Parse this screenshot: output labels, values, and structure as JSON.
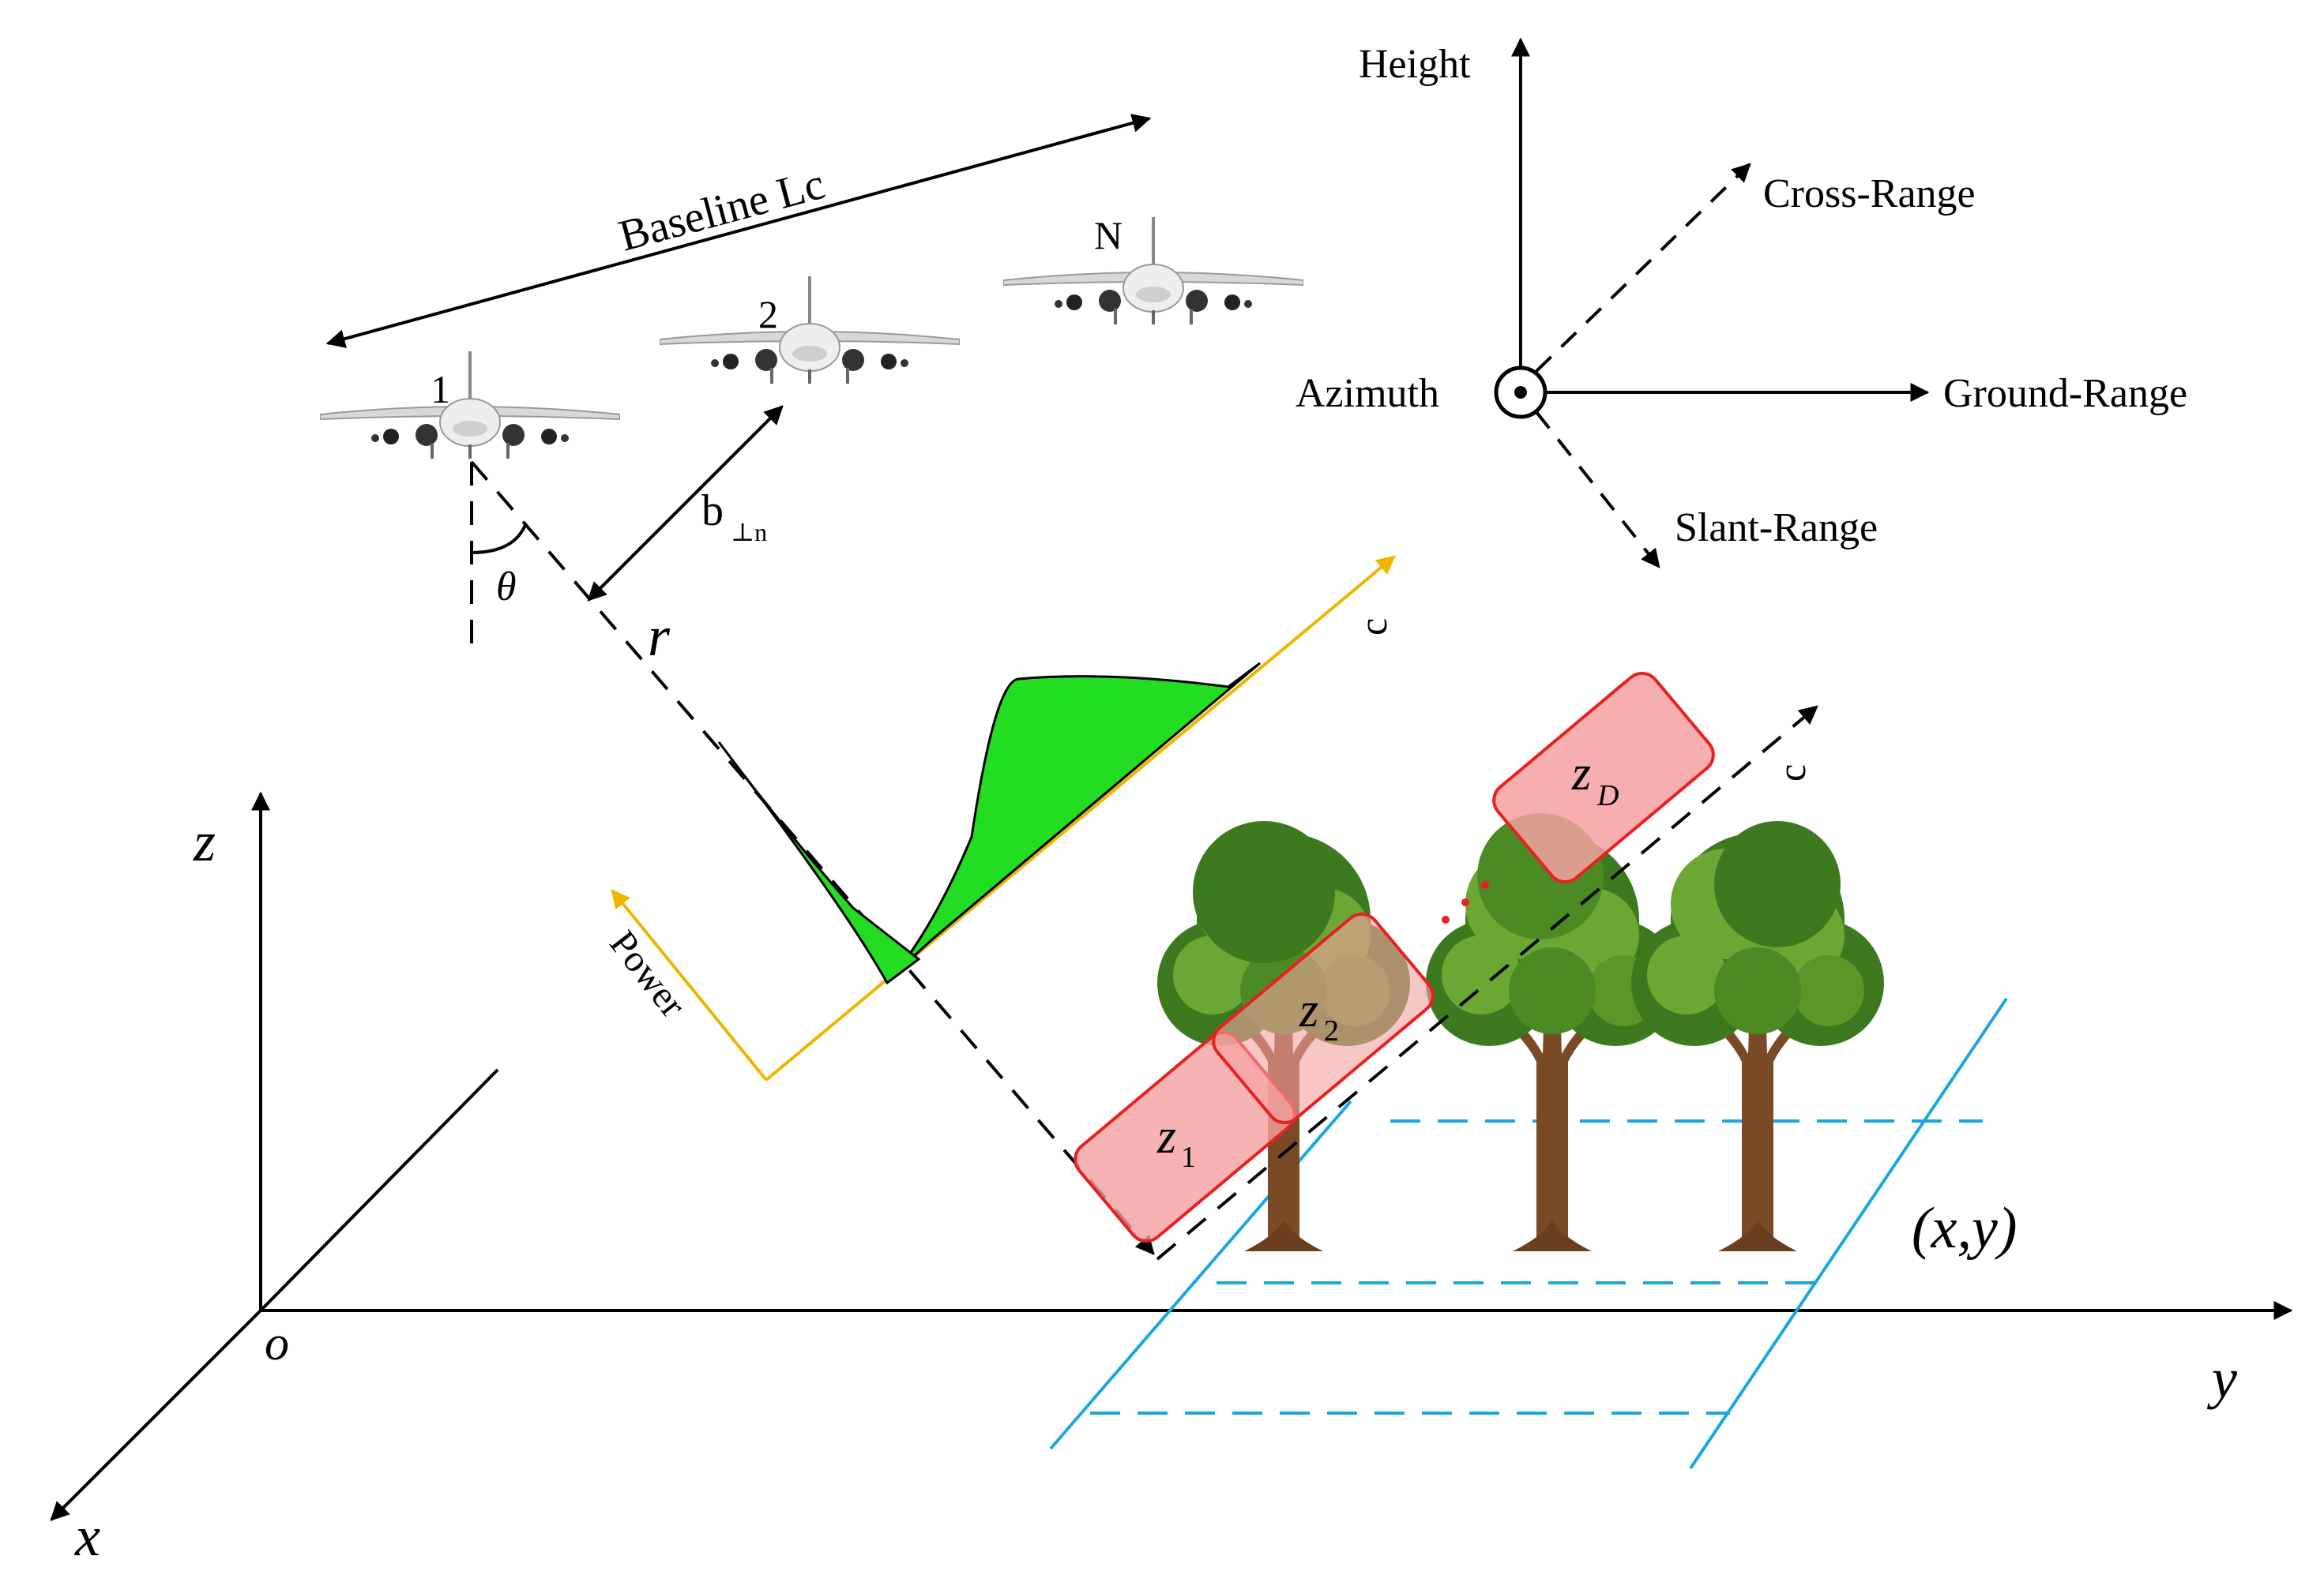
{
  "labels": {
    "baseline": "Baseline  Lc",
    "plane1": "1",
    "plane2": "2",
    "planeN": "N",
    "b_main": "b",
    "b_sub": "⊥n",
    "theta": "θ",
    "r": "r",
    "c_slant": "c",
    "c_tomo": "c",
    "power": "Power",
    "z": "z",
    "o": "o",
    "x": "x",
    "y": "y",
    "xy": "(x,y)",
    "z1_main": "z",
    "z1_sub": "1",
    "z2_main": "z",
    "z2_sub": "2",
    "zD_main": "z",
    "zD_sub": "D",
    "height": "Height",
    "cross_range": "Cross-Range",
    "azimuth": "Azimuth",
    "ground_range": "Ground-Range",
    "slant_range": "Slant-Range"
  },
  "colors": {
    "power_axis": "#f0b400",
    "profile_fill": "#22dd22",
    "resolution_cell_stroke": "#e82020",
    "resolution_cell_fill": "#f5a0a0",
    "ground_grid": "#1aa7e0",
    "foliage_dark": "#3d7a1f",
    "foliage_light": "#6aa833",
    "trunk": "#7a4a26"
  },
  "icons": [
    "airplane-icon",
    "tree-icon",
    "azimuth-out-of-page-icon"
  ]
}
